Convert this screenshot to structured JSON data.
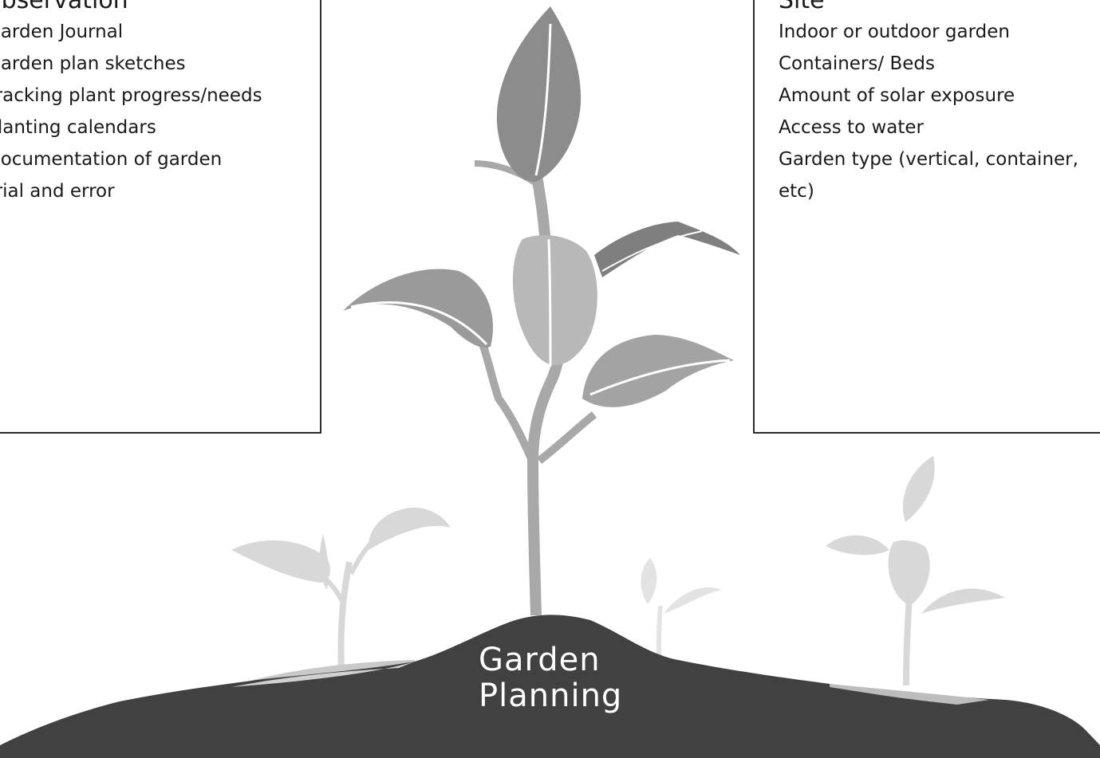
{
  "observation": {
    "title": "Observation",
    "items": [
      "Garden Journal",
      "Garden plan sketches",
      "Tracking plant progress/needs",
      "Planting calendars",
      "Documentation of garden",
      "Trial and error"
    ]
  },
  "site": {
    "title": "Site",
    "items": [
      "Indoor or outdoor garden",
      "Containers/ Beds",
      "Amount of solar exposure",
      "Access to water",
      "Garden type (vertical, container, etc)"
    ]
  },
  "center": {
    "line1": "Garden",
    "line2": "Planning"
  },
  "colors": {
    "soil": "#414141",
    "main_leaf_dark": "#8a8a8a",
    "main_leaf_mid": "#9f9f9f",
    "main_leaf_light": "#b9b9b9",
    "faded_plant": "#d6d6d6",
    "border": "#2b2b2b"
  }
}
